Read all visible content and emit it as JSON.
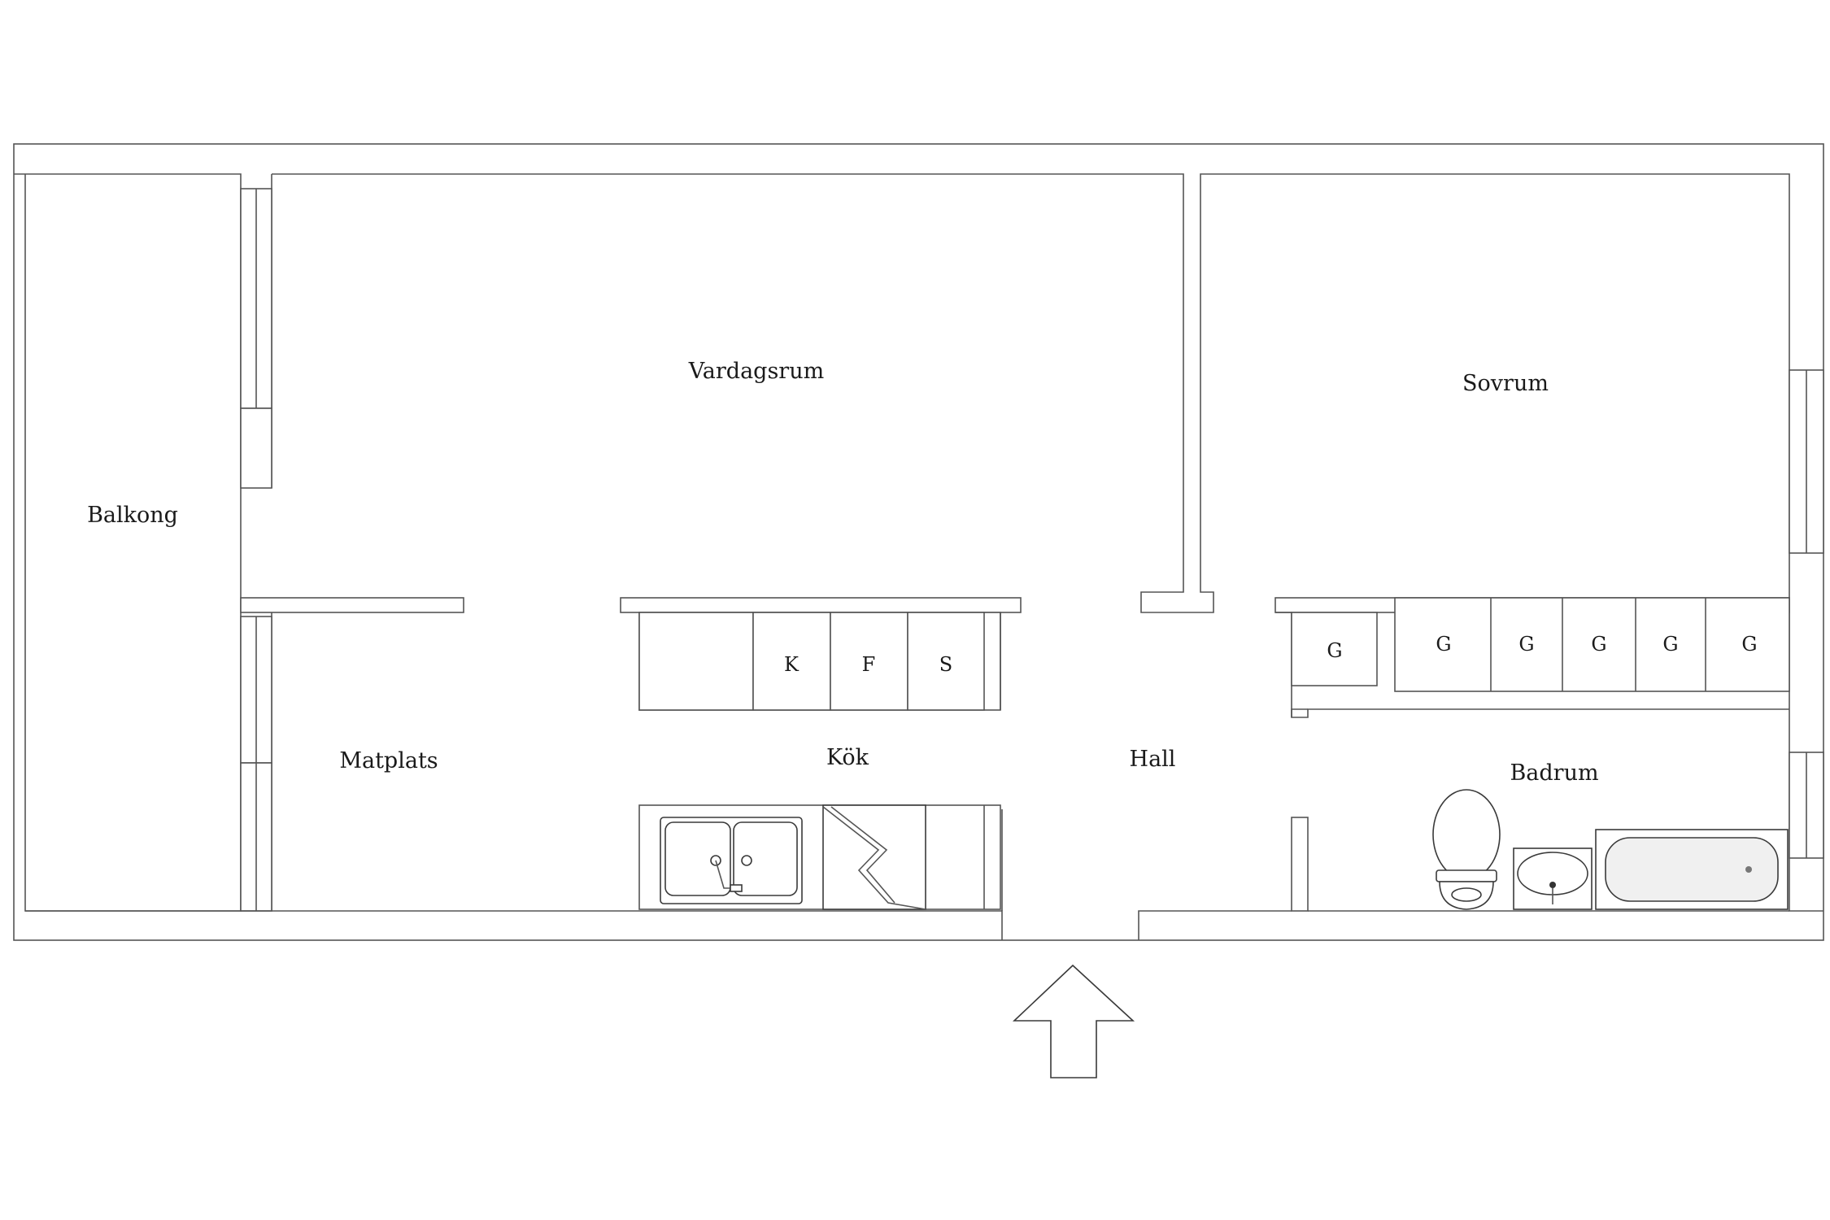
{
  "rooms": {
    "balkong": "Balkong",
    "vardagsrum": "Vardagsrum",
    "sovrum": "Sovrum",
    "matplats": "Matplats",
    "kok": "Kök",
    "hall": "Hall",
    "badrum": "Badrum"
  },
  "kitchen_cabinets": [
    "K",
    "F",
    "S"
  ],
  "wardrobes": [
    "G",
    "G",
    "G",
    "G",
    "G",
    "G"
  ],
  "colors": {
    "wall": "#555555",
    "background": "#ffffff",
    "text": "#1a1a1a"
  },
  "icons": [
    "entrance-arrow-icon",
    "double-sink-icon",
    "stove-icon",
    "toilet-icon",
    "washbasin-icon",
    "bathtub-icon"
  ]
}
